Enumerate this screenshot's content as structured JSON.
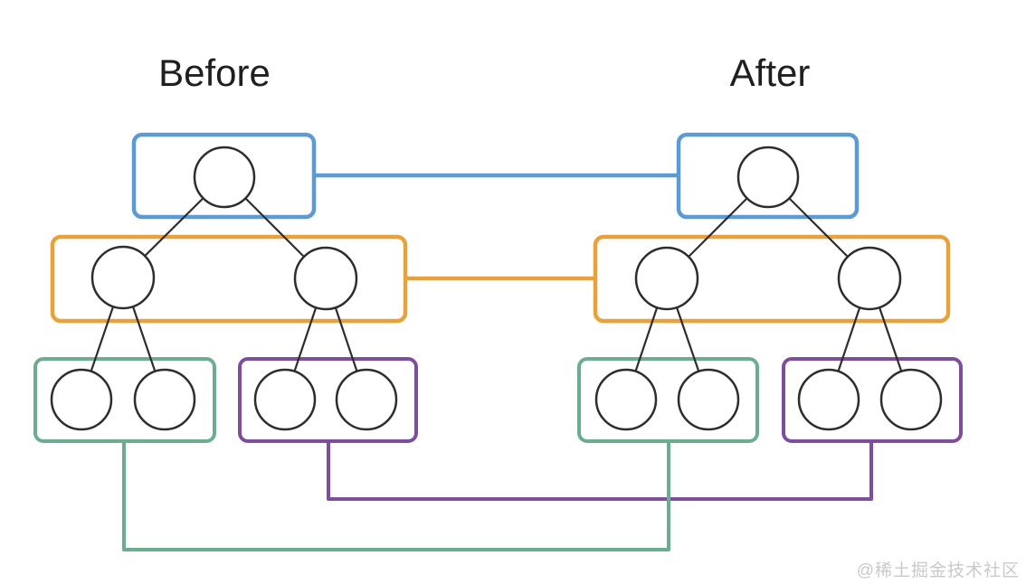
{
  "titles": {
    "before": "Before",
    "after": "After"
  },
  "watermark": "@稀土掘金技术社区",
  "colors": {
    "level1": "#5B9BD5",
    "level2": "#E8A23C",
    "level3_left": "#6CAD90",
    "level3_right": "#7E4E9D",
    "node_stroke": "#2d2d2d",
    "edge": "#2d2d2d",
    "title": "#1f1f1f",
    "watermark": "#c9c9c9",
    "background": "#ffffff"
  },
  "diagram": {
    "type": "tree-comparison",
    "panels": [
      {
        "label": "Before",
        "groups": [
          {
            "level": 1,
            "color_key": "level1",
            "node_count": 1
          },
          {
            "level": 2,
            "color_key": "level2",
            "node_count": 2
          },
          {
            "level": 3,
            "side": "left",
            "color_key": "level3_left",
            "node_count": 2
          },
          {
            "level": 3,
            "side": "right",
            "color_key": "level3_right",
            "node_count": 2
          }
        ]
      },
      {
        "label": "After",
        "groups": [
          {
            "level": 1,
            "color_key": "level1",
            "node_count": 1
          },
          {
            "level": 2,
            "color_key": "level2",
            "node_count": 2
          },
          {
            "level": 3,
            "side": "left",
            "color_key": "level3_left",
            "node_count": 2
          },
          {
            "level": 3,
            "side": "right",
            "color_key": "level3_right",
            "node_count": 2
          }
        ]
      }
    ],
    "links": [
      {
        "connects": "level-1 boxes",
        "color_key": "level1",
        "shape": "straight"
      },
      {
        "connects": "level-2 boxes",
        "color_key": "level2",
        "shape": "straight"
      },
      {
        "connects": "level-3 left boxes",
        "color_key": "level3_left",
        "shape": "elbow-bottom"
      },
      {
        "connects": "level-3 right boxes",
        "color_key": "level3_right",
        "shape": "elbow-bottom"
      }
    ]
  }
}
